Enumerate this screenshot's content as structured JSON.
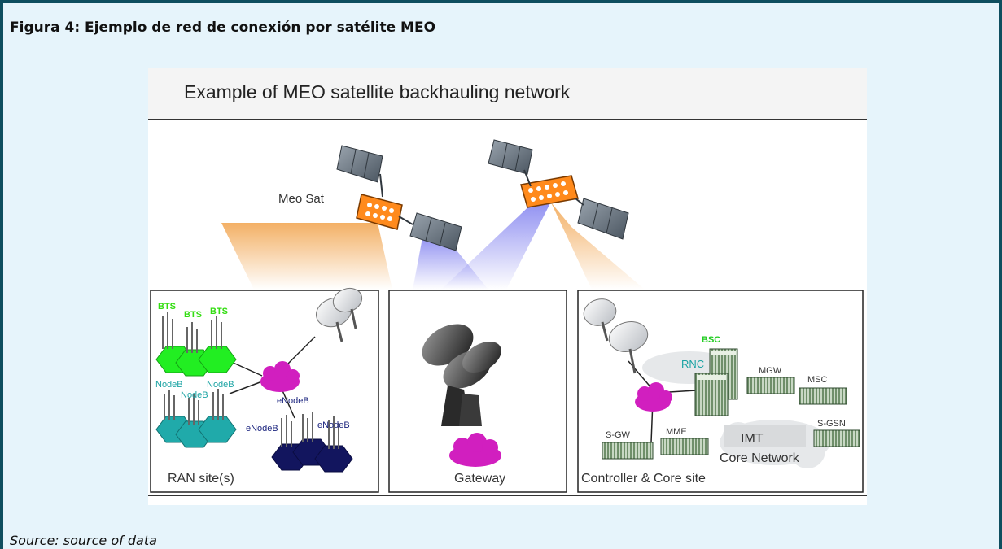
{
  "caption": "Figura 4: Ejemplo de red de conexión por satélite MEO",
  "source": "Source: source of data",
  "diagram": {
    "title": "Example of MEO satellite backhauling network",
    "satellite_label": "Meo Sat",
    "ran": {
      "label": "RAN site(s)",
      "bts": [
        "BTS",
        "BTS",
        "BTS"
      ],
      "nodeb": [
        "NodeB",
        "NodeB",
        "NodeB"
      ],
      "enodeb": [
        "eNodeB",
        "eNodeB",
        "eNodeB"
      ]
    },
    "gateway": {
      "label": "Gateway"
    },
    "core": {
      "label": "Controller & Core site",
      "bsc": "BSC",
      "rnc": "RNC",
      "mgw": "MGW",
      "msc": "MSC",
      "sgw": "S-GW",
      "mme": "MME",
      "sgsn": "S-GSN",
      "imt_line1": "IMT",
      "imt_line2": "Core Network"
    },
    "colors": {
      "bts_text": "#33dd11",
      "bts_hex": "#22ee22",
      "nodeb_text": "#1aa3a3",
      "nodeb_hex": "#20aaaa",
      "enodeb_text": "#1a237e",
      "enodeb_hex": "#12155e",
      "cloud": "#d11fbf",
      "bsc_text": "#22cc22",
      "beam_orange": "#f1a24a",
      "beam_blue": "#7777ee",
      "satellite_body": "#ff8a1c"
    }
  }
}
